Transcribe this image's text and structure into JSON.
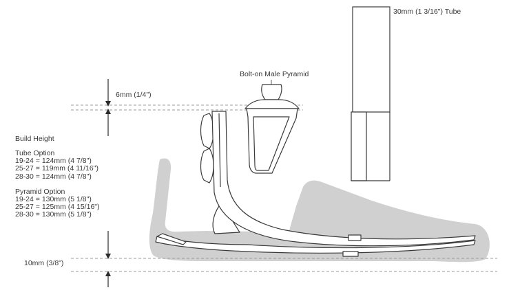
{
  "labels": {
    "tube": "30mm (1 3/16\") Tube",
    "pyramid": "Bolt-on Male Pyramid",
    "top_gap": "6mm (1/4\")",
    "bottom_gap": "10mm (3/8\")"
  },
  "build_height": {
    "title": "Build Height",
    "tube_option": {
      "title": "Tube Option",
      "rows": [
        "19-24 = 124mm (4 7/8\")",
        "25-27 = 119mm (4 11/16\")",
        "28-30 = 124mm (4 7/8\")"
      ]
    },
    "pyramid_option": {
      "title": "Pyramid Option",
      "rows": [
        "19-24 = 130mm (5 1/8\")",
        "25-27 = 125mm (4 15/16\")",
        "28-30 = 130mm (5 1/8\")"
      ]
    }
  },
  "colors": {
    "ink": "#3a3a3a",
    "shadow": "#cfcfcf",
    "dash": "#9a9a9a"
  }
}
